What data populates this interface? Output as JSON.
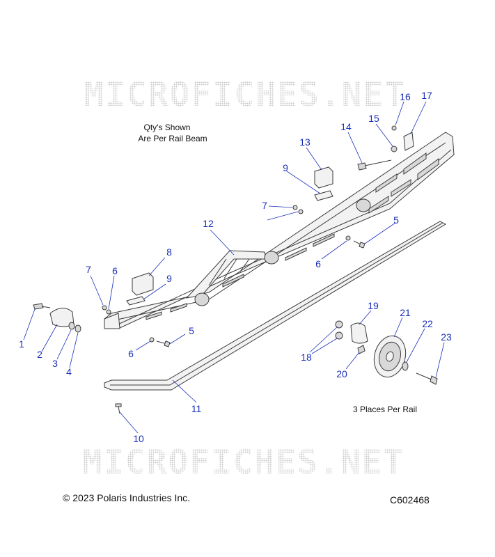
{
  "watermark": "MICROFICHES.NET",
  "notes": {
    "qty_line1": "Qty's Shown",
    "qty_line2": "Are Per Rail Beam",
    "places": "3 Places Per Rail"
  },
  "footer": {
    "copyright": "© 2023 Polaris Industries Inc.",
    "code": "C602468"
  },
  "callouts": [
    "1",
    "2",
    "3",
    "4",
    "5",
    "5",
    "6",
    "6",
    "6",
    "7",
    "7",
    "8",
    "9",
    "9",
    "10",
    "11",
    "12",
    "13",
    "14",
    "15",
    "16",
    "17",
    "18",
    "19",
    "20",
    "21",
    "22",
    "23"
  ]
}
